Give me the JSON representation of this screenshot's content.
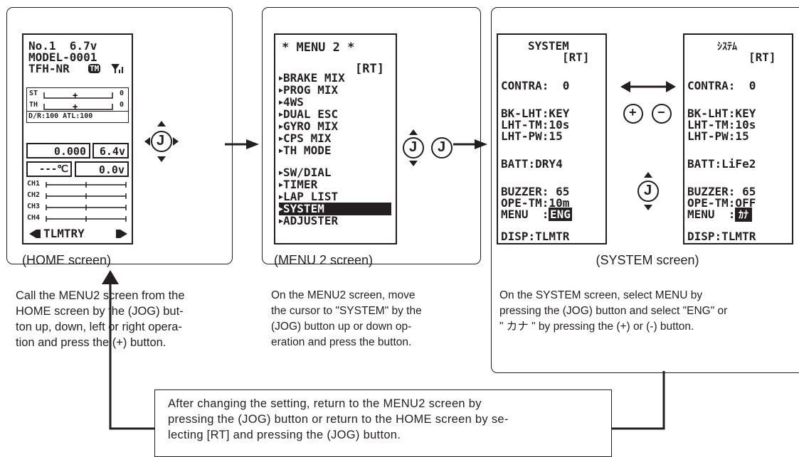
{
  "home": {
    "line1": "No.1  6.7v",
    "line2": "MODEL-0001",
    "line3": "TFH-NR",
    "tm_badge": "TM",
    "st_label": "ST",
    "st_val": "0",
    "th_label": "TH",
    "th_val": "0",
    "dr_line": "D/R:100 ATL:100",
    "value1": "0.000",
    "volt2": "6.4v",
    "temp": "---℃",
    "volt3": "0.0v",
    "ch": [
      "CH1",
      "CH2",
      "CH3",
      "CH4"
    ],
    "tlmtry": "TLMTRY",
    "caption": "(HOME screen)",
    "desc": [
      "Call the MENU2 screen from the",
      "HOME screen by the (JOG) but-",
      "ton up, down, left or right opera-",
      "tion and press the (+) button."
    ]
  },
  "menu2": {
    "title": "* MENU 2 *",
    "rt": "[RT]",
    "items": [
      "BRAKE MIX",
      "PROG MIX",
      "4WS",
      "DUAL ESC",
      "GYRO MIX",
      "CPS MIX",
      "TH MODE",
      "SW/DIAL",
      "TIMER",
      "LAP LIST",
      "SYSTEM",
      "ADJUSTER"
    ],
    "selected": "SYSTEM",
    "caption": "(MENU 2 screen)",
    "desc": [
      "On the MENU2  screen, move",
      "the cursor to \"SYSTEM\" by the",
      "(JOG) button up or down op-",
      "eration and press the button."
    ]
  },
  "system_eng": {
    "title": "SYSTEM",
    "rt": "[RT]",
    "contra": "CONTRA:  0",
    "bk_lht": "BK-LHT:KEY",
    "lht_tm": "LHT-TM:10s",
    "lht_pw": "LHT-PW:15",
    "batt": "BATT:DRY4",
    "buzzer": "BUZZER: 65",
    "ope_tm": "OPE-TM:10m",
    "menu_label": "MENU  :",
    "menu_val": "ENG",
    "disp": "DISP:TLMTR"
  },
  "system_kana": {
    "title": "ｼｽﾃﾑ",
    "rt": "[RT]",
    "contra": "CONTRA:  0",
    "bk_lht": "BK-LHT:KEY",
    "lht_tm": "LHT-TM:10s",
    "lht_pw": "LHT-PW:15",
    "batt": "BATT:LiFe2",
    "buzzer": "BUZZER: 65",
    "ope_tm": "OPE-TM:OFF",
    "menu_label": "MENU  :",
    "menu_val": "ｶﾅ",
    "disp": "DISP:TLMTR"
  },
  "system": {
    "caption": "(SYSTEM screen)",
    "desc": [
      "On the SYSTEM screen, select MENU by",
      "pressing the (JOG) button and select \"ENG\" or",
      "\" カナ \" by pressing the (+) or (-) button."
    ]
  },
  "buttons": {
    "jog": "J",
    "plus": "+",
    "minus": "−"
  },
  "footer": {
    "desc": [
      "After changing the setting, return to the MENU2 screen by",
      "pressing the (JOG) button or return to the HOME screen by se-",
      "lecting [RT] and pressing the (JOG) button."
    ]
  }
}
